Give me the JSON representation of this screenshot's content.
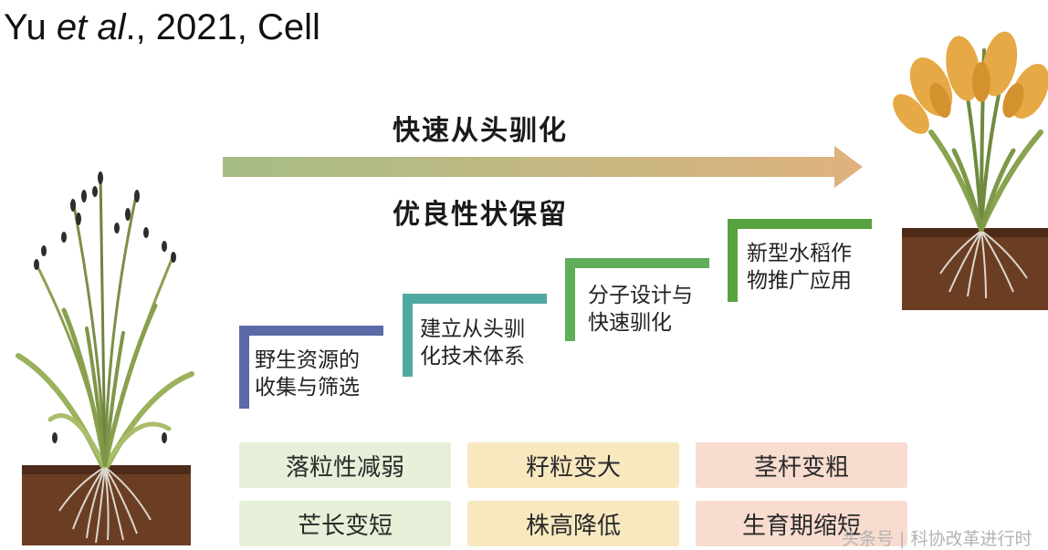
{
  "citation": {
    "author": "Yu ",
    "etal": "et al",
    "rest": "., 2021, Cell"
  },
  "arrow": {
    "label_top": "快速从头驯化",
    "label_bottom": "优良性状保留",
    "gradient_start": "#a6bd86",
    "gradient_end": "#e0b27e"
  },
  "steps": [
    {
      "text": "野生资源的\n收集与筛选",
      "color": "#5d6aa8"
    },
    {
      "text": "建立从头驯\n化技术体系",
      "color": "#4fa9a3"
    },
    {
      "text": "分子设计与\n快速驯化",
      "color": "#5fae58"
    },
    {
      "text": "新型水稻作\n物推广应用",
      "color": "#57a340"
    }
  ],
  "traits": [
    {
      "text": "落粒性减弱",
      "color": "#e6f0d8"
    },
    {
      "text": "籽粒变大",
      "color": "#f8e8c0"
    },
    {
      "text": "茎杆变粗",
      "color": "#f8dccf"
    },
    {
      "text": "芒长变短",
      "color": "#e6f0d8"
    },
    {
      "text": "株高降低",
      "color": "#f8e8c0"
    },
    {
      "text": "生育期缩短",
      "color": "#f8dccf"
    }
  ],
  "watermark": "头条号 | 科协改革进行时"
}
